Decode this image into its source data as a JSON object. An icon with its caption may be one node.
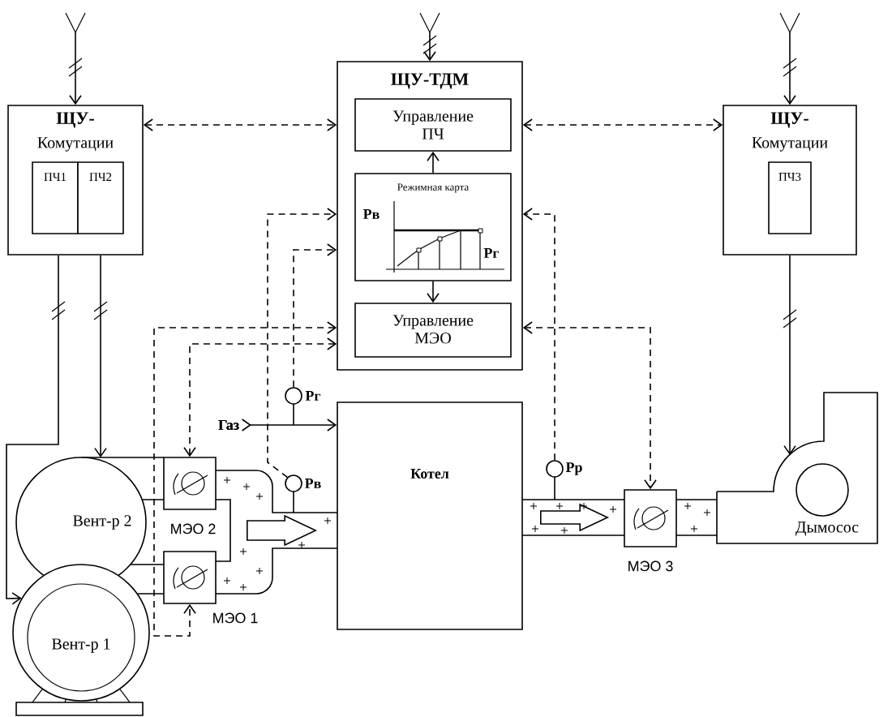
{
  "diagram": {
    "nodes": [
      {
        "text": [
          "ЩУ-",
          "Комутации"
        ]
      },
      {
        "text": [
          "ПЧ1"
        ],
        "in": 0
      },
      {
        "text": [
          "ПЧ2"
        ],
        "in": 0
      },
      {
        "text": [
          "ЩУ-ТДМ"
        ]
      },
      {
        "text": [
          "Управление ПЧ"
        ],
        "in": 3
      },
      {
        "text": [
          "Режимная карта",
          "Рв",
          "Рг"
        ],
        "in": 3
      },
      {
        "text": [
          "Управление МЭО"
        ],
        "in": 3
      },
      {
        "text": [
          "ЩУ-",
          "Комутации"
        ]
      },
      {
        "text": [
          "ПЧ3"
        ],
        "in": 7
      },
      {
        "text": [],
        "shape": "circle",
        "beside": [
          "Рг"
        ]
      },
      {
        "text": [
          "Газ"
        ]
      },
      {
        "text": [
          "Котел"
        ]
      },
      {
        "text": [],
        "shape": "circle",
        "beside": [
          "Рв"
        ]
      },
      {
        "text": [],
        "shape": "circle",
        "beside": [
          "Рр"
        ]
      },
      {
        "text": [
          "Вент-р 2"
        ]
      },
      {
        "text": [],
        "shape": "box",
        "beside": [
          "МЭО 2"
        ]
      },
      {
        "text": [],
        "shape": "box",
        "beside": [
          "МЭО 3"
        ]
      },
      {
        "text": [
          "Дымосос"
        ]
      },
      {
        "text": [],
        "shape": "box",
        "beside": [
          "МЭО 1"
        ]
      },
      {
        "text": [
          "Вент-р 1"
        ]
      }
    ],
    "edges": [
      {
        "from": null,
        "to": 0,
        "arrow": "to"
      },
      {
        "from": null,
        "to": 3,
        "arrow": "to"
      },
      {
        "from": null,
        "to": 7,
        "arrow": "to"
      },
      {
        "from": 0,
        "to": 3,
        "arrow": "both",
        "style": "dashed"
      },
      {
        "from": 3,
        "to": 7,
        "arrow": "both",
        "style": "dashed"
      },
      {
        "from": 5,
        "to": 4,
        "arrow": "to"
      },
      {
        "from": 5,
        "to": 6,
        "arrow": "to"
      },
      {
        "from": 0,
        "to": 14,
        "arrow": "to"
      },
      {
        "from": 0,
        "to": 19,
        "arrow": "to"
      },
      {
        "from": 7,
        "to": 17,
        "arrow": "to"
      },
      {
        "from": 3,
        "to": 15,
        "arrow": "both",
        "style": "dashed"
      },
      {
        "from": 3,
        "to": 18,
        "arrow": "both",
        "style": "dashed"
      },
      {
        "from": 12,
        "to": 3,
        "arrow": "to",
        "style": "dashed"
      },
      {
        "from": 9,
        "to": 3,
        "arrow": "to",
        "style": "dashed"
      },
      {
        "from": 13,
        "to": 3,
        "arrow": "to",
        "style": "dashed"
      },
      {
        "from": 3,
        "to": 16,
        "arrow": "both",
        "style": "dashed"
      },
      {
        "from": 10,
        "to": 11,
        "arrow": "to"
      },
      {
        "from": 15,
        "to": 11,
        "arrow": "to"
      },
      {
        "from": 11,
        "to": 16,
        "arrow": "to"
      }
    ]
  }
}
